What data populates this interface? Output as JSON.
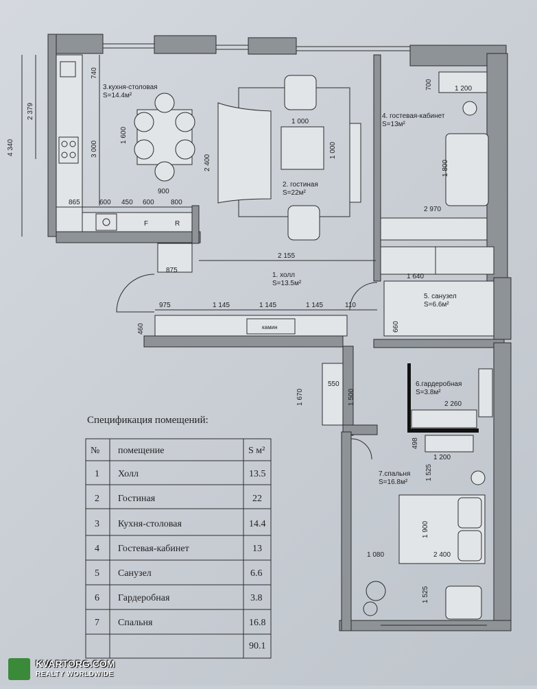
{
  "plan": {
    "rooms": [
      {
        "no": "3.кухня-столовая",
        "area": "S=14.4м²"
      },
      {
        "no": "2. гостиная",
        "area": "S=22м²"
      },
      {
        "no": "4. гостевая-кабинет",
        "area": "S=13м²"
      },
      {
        "no": "1. холл",
        "area": "S=13.5м²"
      },
      {
        "no": "5. санузел",
        "area": "S=6.6м²"
      },
      {
        "no": "6.гардеробная",
        "area": "S=3.8м²"
      },
      {
        "no": "7.спальня",
        "area": "S=16.8м²"
      }
    ],
    "fireplace_label": "камин",
    "fridge_label": "F",
    "range_label": "R",
    "dims": {
      "d4340": "4 340",
      "d2379": "2 379",
      "d3000": "3 000",
      "d740": "740",
      "d1600": "1 600",
      "d900": "900",
      "d865": "865",
      "d600a": "600",
      "d450": "450",
      "d600b": "600",
      "d800": "800",
      "d2400a": "2 400",
      "d1000a": "1 000",
      "d1000b": "1 000",
      "d700": "700",
      "d1200a": "1 200",
      "d1800": "1 800",
      "d2970": "2 970",
      "d875": "875",
      "d2155": "2 155",
      "d1640": "1 640",
      "d975": "975",
      "d1145a": "1 145",
      "d1145b": "1 145",
      "d1145c": "1 145",
      "d110": "110",
      "d460": "460",
      "d660": "660",
      "d1670": "1 670",
      "d550": "550",
      "d1500": "1 500",
      "d2260": "2 260",
      "d498": "498",
      "d1200b": "1 200",
      "d1525a": "1 525",
      "d1900": "1 900",
      "d2400b": "2 400",
      "d1080": "1 080",
      "d1525b": "1 525"
    }
  },
  "spec": {
    "title": "Спецификация помещений:",
    "header": {
      "no": "№",
      "name": "помещение",
      "area": "S м²"
    },
    "rows": [
      {
        "no": "1",
        "name": "Холл",
        "area": "13.5"
      },
      {
        "no": "2",
        "name": "Гостиная",
        "area": "22"
      },
      {
        "no": "3",
        "name": "Кухня-столовая",
        "area": "14.4"
      },
      {
        "no": "4",
        "name": "Гостевая-кабинет",
        "area": "13"
      },
      {
        "no": "5",
        "name": "Санузел",
        "area": "6.6"
      },
      {
        "no": "6",
        "name": "Гардеробная",
        "area": "3.8"
      },
      {
        "no": "7",
        "name": "Спальня",
        "area": "16.8"
      }
    ],
    "total": "90.1"
  },
  "watermark": {
    "line1": "KVARTORG.COM",
    "line2": "REALTY WORLDWIDE"
  }
}
